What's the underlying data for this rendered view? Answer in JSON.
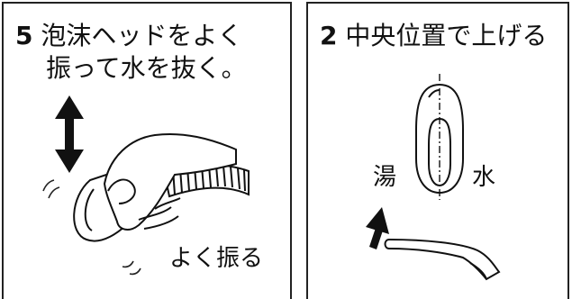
{
  "left_panel": {
    "step_number": "5",
    "title_line1": "泡沫ヘッドをよく",
    "title_line2": "振って水を抜く。",
    "caption": "よく振る"
  },
  "right_panel": {
    "step_number": "2",
    "title": "中央位置で上げる",
    "label_hot": "湯",
    "label_cold": "水"
  }
}
